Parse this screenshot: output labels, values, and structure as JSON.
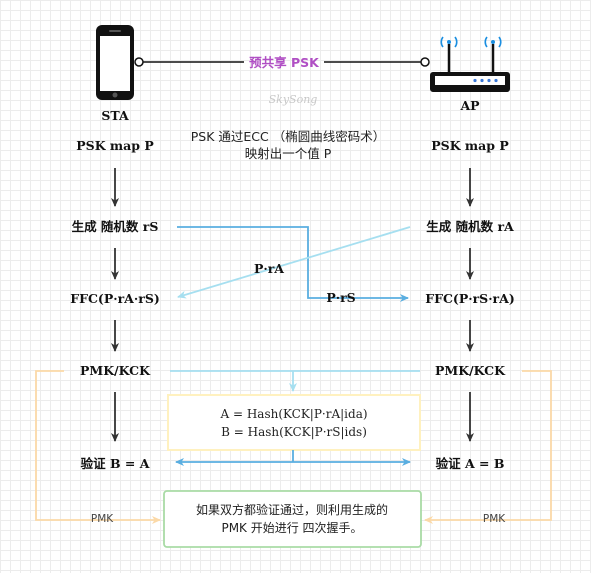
{
  "sta": {
    "label": "STA",
    "icon": "smartphone-icon"
  },
  "ap": {
    "label": "AP",
    "icon": "router-icon"
  },
  "shared_psk": "预共享 PSK",
  "watermark": "SkySong",
  "center_note": [
    "PSK 通过ECC （椭圆曲线密码术）",
    "映射出一个值 P"
  ],
  "left": {
    "psk_map": "PSK map P",
    "generate": "生成 随机数 rS",
    "ffc": "FFC(P·rA·rS)",
    "pmk": "PMK/KCK",
    "verify": "验证 B = A"
  },
  "right": {
    "psk_map": "PSK map P",
    "generate": "生成 随机数 rA",
    "ffc": "FFC(P·rS·rA)",
    "pmk": "PMK/KCK",
    "verify": "验证 A = B"
  },
  "exchange": {
    "pra_label": "P·rA",
    "prs_label": "P·rS"
  },
  "hash_box": [
    "A = Hash(KCK|P·rA|ida)",
    "B = Hash(KCK|P·rS|ids)"
  ],
  "pmk_side_label": "PMK",
  "final_box": [
    "如果双方都验证通过，则利用生成的",
    "PMK 开始进行 四次握手。"
  ],
  "colors": {
    "psk_label": "#b04fc4",
    "blue_arrow": "#5aaee0",
    "light_blue_arrow": "#a6dff0",
    "orange_line": "#fbd9a8",
    "hash_box_border": "#fff1bf",
    "final_box_border": "#a9dba6",
    "dark_arrow": "#333333"
  }
}
